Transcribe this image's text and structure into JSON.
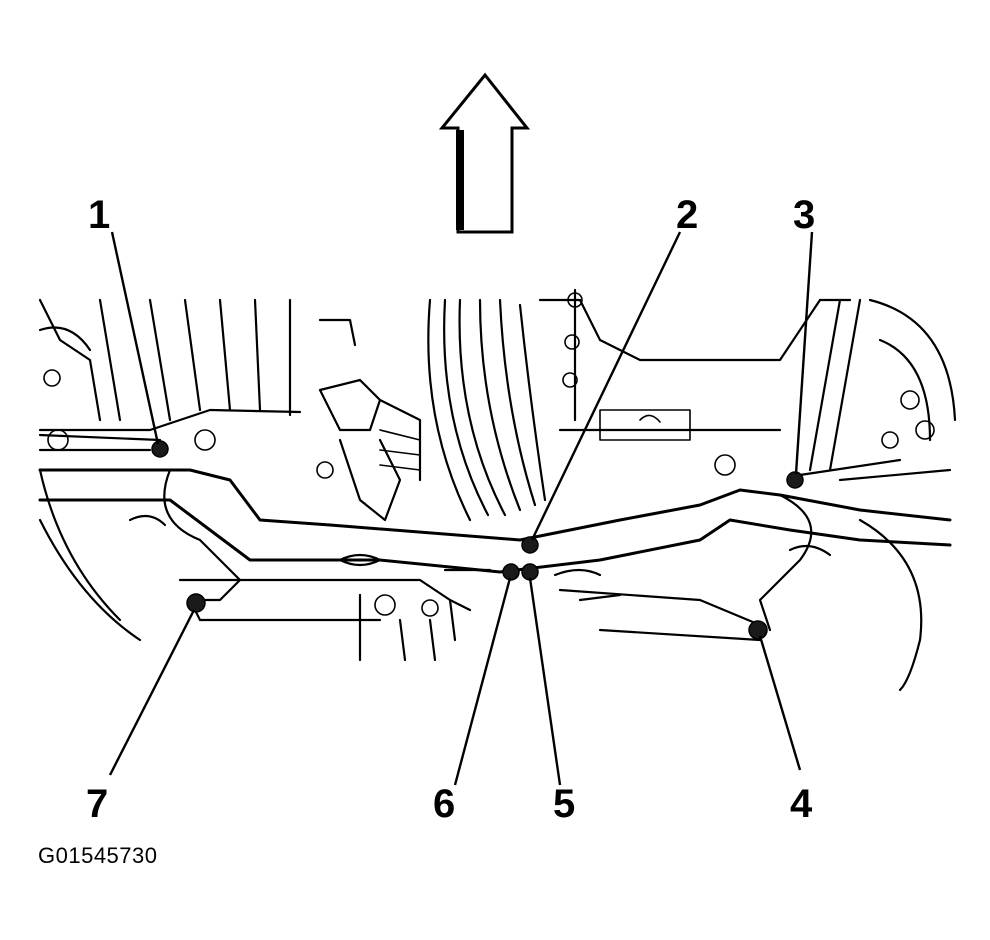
{
  "figure": {
    "id_label": "G01545730",
    "arrow_direction": "up-icon"
  },
  "callouts": [
    {
      "num": "1"
    },
    {
      "num": "2"
    },
    {
      "num": "3"
    },
    {
      "num": "4"
    },
    {
      "num": "5"
    },
    {
      "num": "6"
    },
    {
      "num": "7"
    }
  ]
}
